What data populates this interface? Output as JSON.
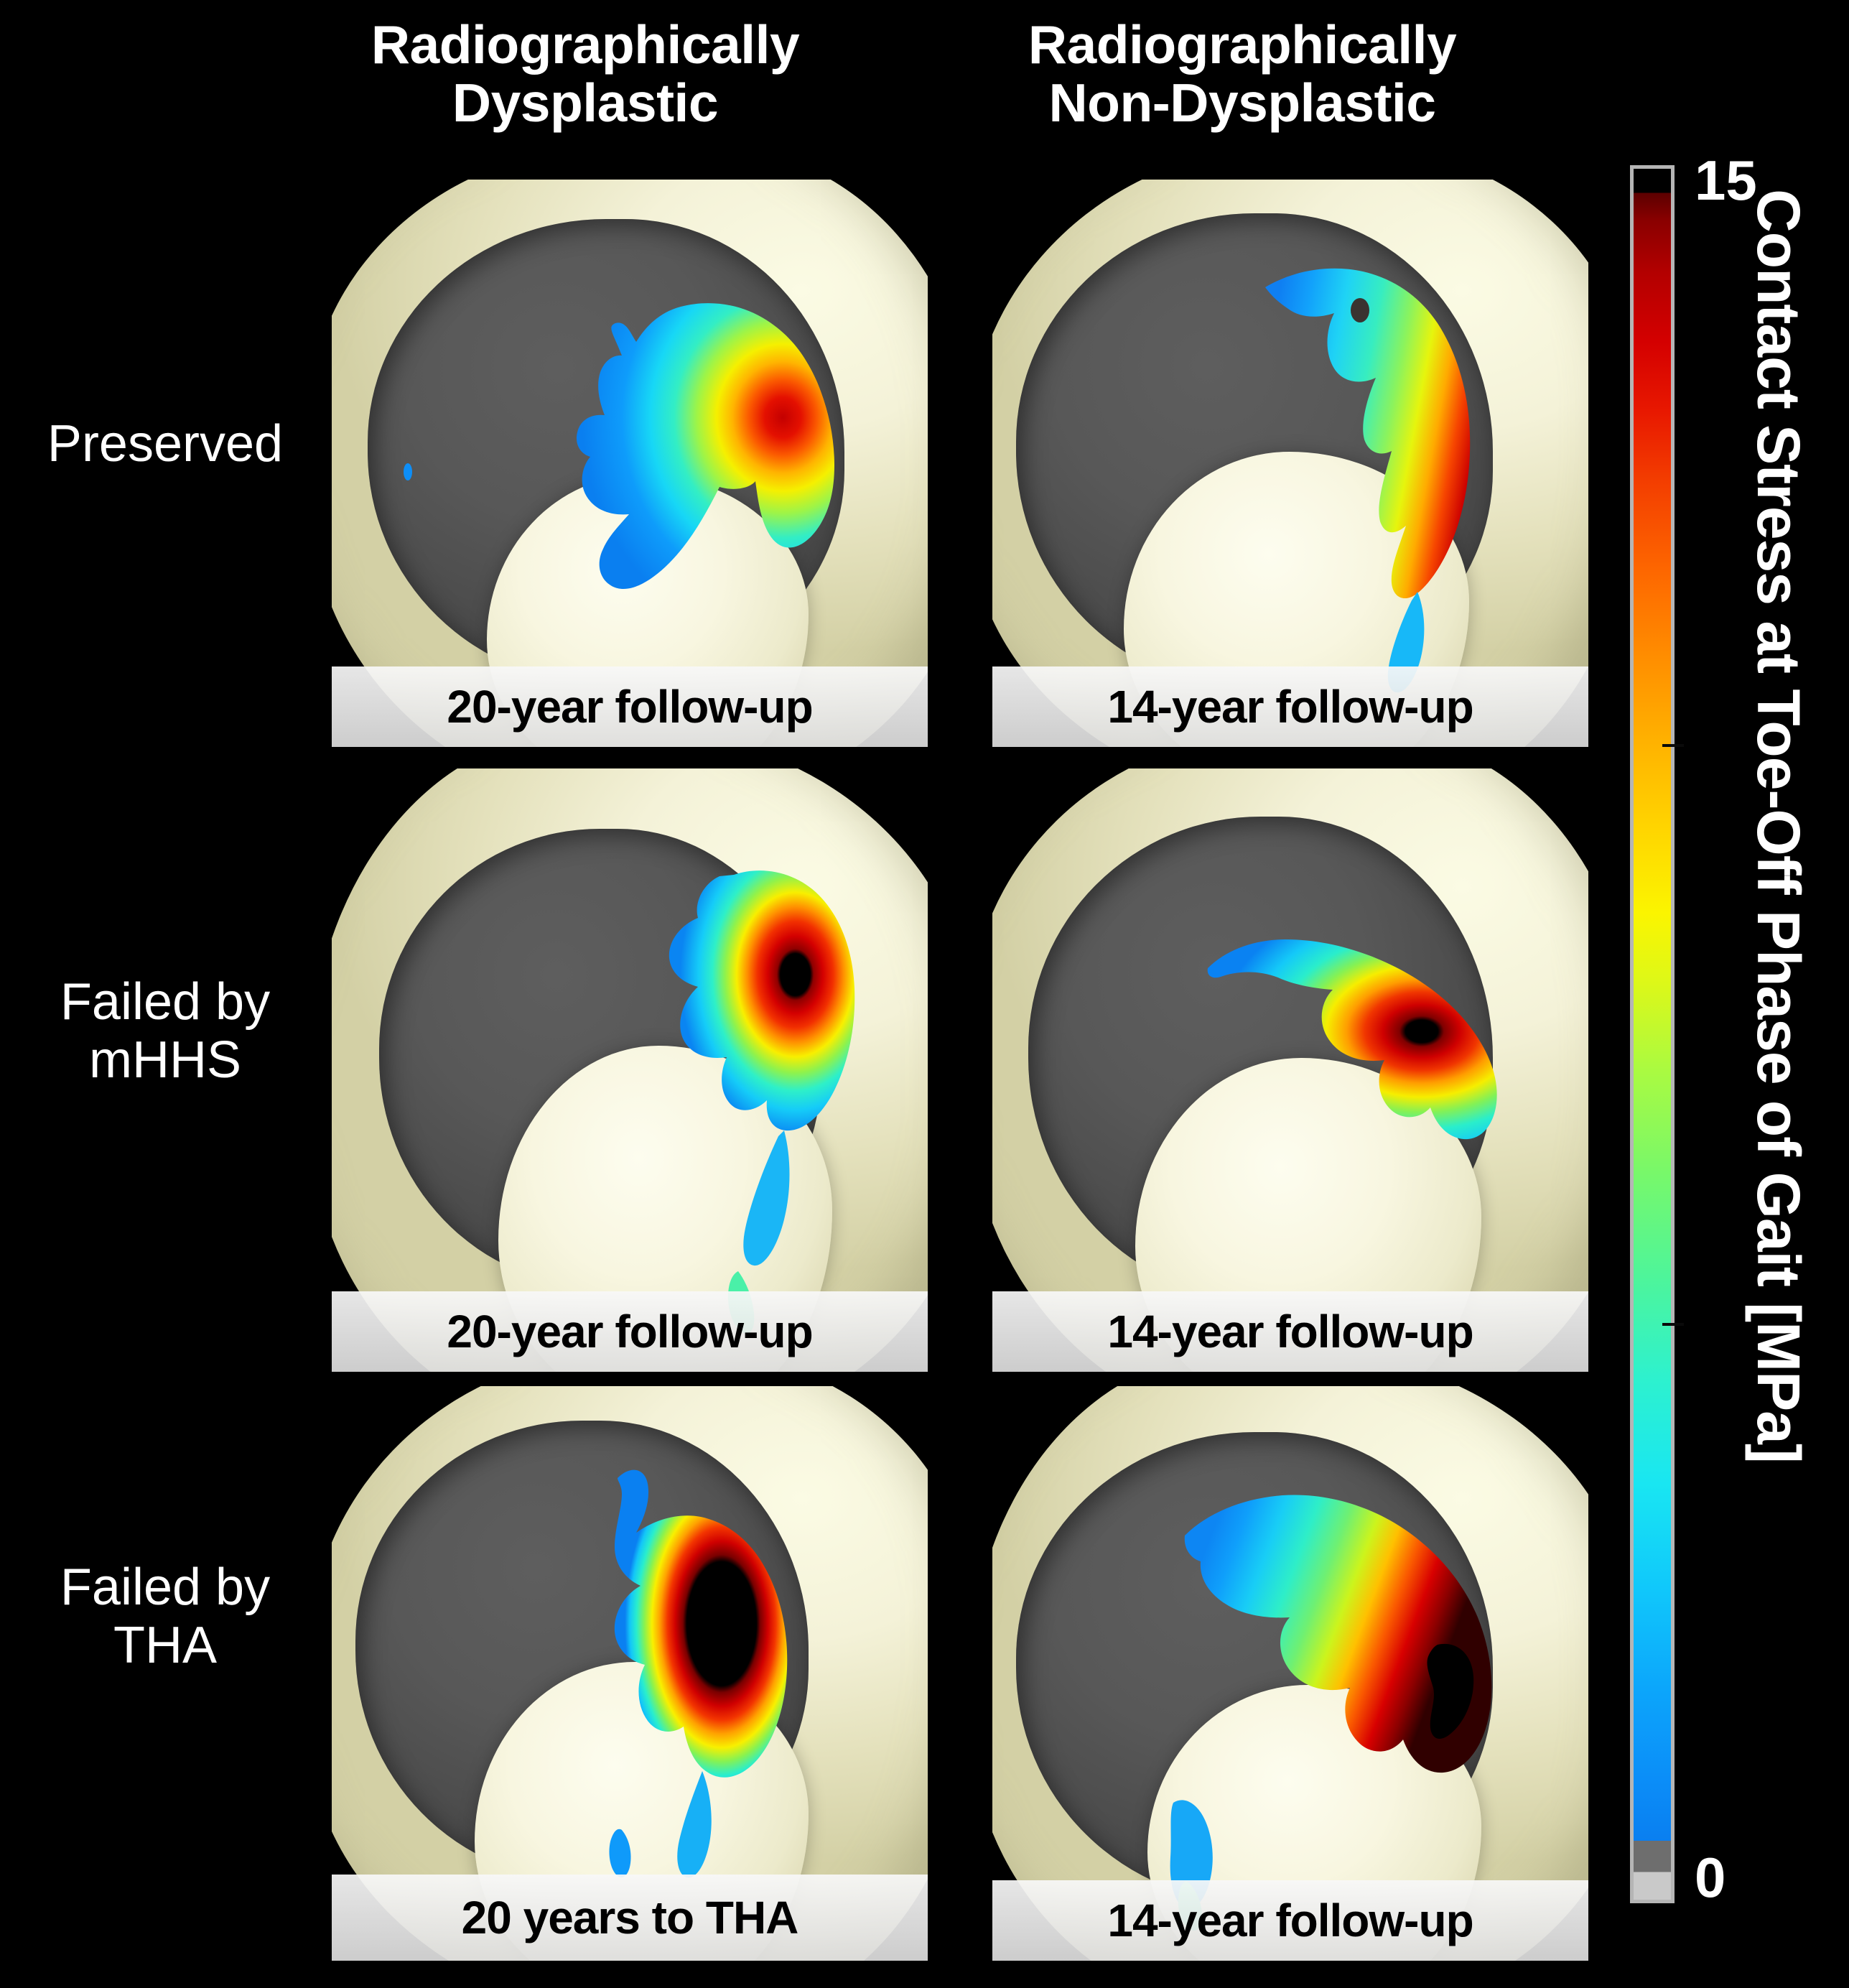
{
  "figure": {
    "background_color": "#000000",
    "text_color": "#ffffff",
    "bone_color": "#f4f2d8",
    "cartilage_color": "#585858"
  },
  "columns": [
    {
      "id": "dysplastic",
      "label": "Radiographically\nDysplastic"
    },
    {
      "id": "non-dysplastic",
      "label": "Radiographically\nNon-Dysplastic"
    }
  ],
  "rows": [
    {
      "id": "preserved",
      "label": "Preserved"
    },
    {
      "id": "failed-by-mhhs",
      "label": "Failed by\nmHHS"
    },
    {
      "id": "failed-by-tha",
      "label": "Failed by\nTHA"
    }
  ],
  "panels": [
    {
      "id": "preserved-dysplastic",
      "row": "Preserved",
      "column": "Radiographically Dysplastic",
      "caption": "20-year follow-up",
      "peak_stress_band": "red",
      "peak_stress_mpa": 12,
      "exceeds_scale": false,
      "description": "Broad lateral contact patch with red peak at superolateral rim"
    },
    {
      "id": "preserved-non-dysplastic",
      "row": "Preserved",
      "column": "Radiographically Non-Dysplastic",
      "caption": "14-year follow-up",
      "peak_stress_band": "red",
      "peak_stress_mpa": 12,
      "exceeds_scale": false,
      "description": "Narrow elongated contact band along lateral rim with small red focus"
    },
    {
      "id": "failed-mhhs-dysplastic",
      "row": "Failed by mHHS",
      "column": "Radiographically Dysplastic",
      "caption": "20-year follow-up",
      "peak_stress_band": "black",
      "peak_stress_mpa": 15,
      "exceeds_scale": true,
      "description": "Concentrated superolateral patch with small black (>15 MPa) core"
    },
    {
      "id": "failed-mhhs-non-dysplastic",
      "row": "Failed by mHHS",
      "column": "Radiographically Non-Dysplastic",
      "caption": "14-year follow-up",
      "peak_stress_band": "black",
      "peak_stress_mpa": 15,
      "exceeds_scale": true,
      "description": "Wedge-shaped contact patch with tight red/black peak laterally"
    },
    {
      "id": "failed-tha-dysplastic",
      "row": "Failed by THA",
      "column": "Radiographically Dysplastic",
      "caption": "20 years to THA",
      "peak_stress_band": "black",
      "peak_stress_mpa": 15,
      "exceeds_scale": true,
      "description": "Large elongated black (>15 MPa) core ringed by red and blue"
    },
    {
      "id": "failed-tha-non-dysplastic",
      "row": "Failed by THA",
      "column": "Radiographically Non-Dysplastic",
      "caption": "14-year follow-up",
      "peak_stress_band": "black",
      "peak_stress_mpa": 15,
      "exceeds_scale": true,
      "description": "Wide contact region across dome with hook-shaped black core laterally"
    }
  ],
  "colorbar": {
    "title": "Contact Stress at Toe-Off Phase of Gait [MPa]",
    "max_label": "15",
    "min_label": "0",
    "min_value": 0,
    "max_value": 15,
    "units": "MPa",
    "orientation": "vertical",
    "over_range_color": "#000000",
    "under_range_color": "#6e6e6e",
    "stops": [
      {
        "value": 0,
        "color": "#6e6e6e"
      },
      {
        "value": 0.5,
        "color": "#0a7ff0"
      },
      {
        "value": 2.0,
        "color": "#0ca5fb"
      },
      {
        "value": 3.5,
        "color": "#19e6f2"
      },
      {
        "value": 5.0,
        "color": "#2df1cf"
      },
      {
        "value": 6.5,
        "color": "#78f86a"
      },
      {
        "value": 8.0,
        "color": "#ddf818"
      },
      {
        "value": 8.7,
        "color": "#fbf500"
      },
      {
        "value": 10.0,
        "color": "#ffb100"
      },
      {
        "value": 11.5,
        "color": "#fd6500"
      },
      {
        "value": 13.0,
        "color": "#e81800"
      },
      {
        "value": 14.3,
        "color": "#b30000"
      },
      {
        "value": 15.0,
        "color": "#000000"
      }
    ],
    "ticks": [
      {
        "value": 5,
        "label": ""
      },
      {
        "value": 10,
        "label": ""
      }
    ]
  }
}
